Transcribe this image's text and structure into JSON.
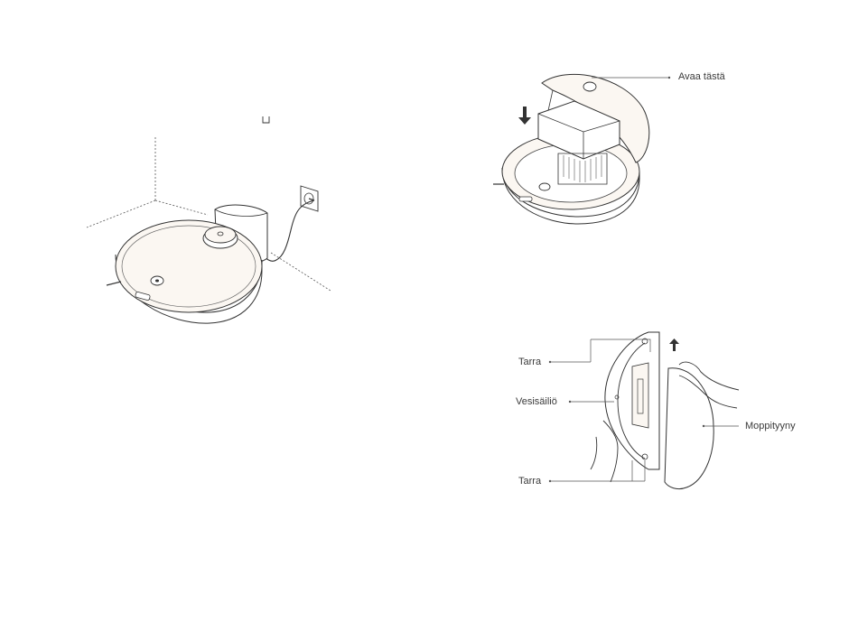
{
  "left_figure": {
    "subject": "robot vacuum on charging dock plugged into wall outlet"
  },
  "top_right_figure": {
    "callout_open_here": "Avaa tästä"
  },
  "bottom_right_figure": {
    "callout_sticker_top": "Tarra",
    "callout_water_tank": "Vesisäiliö",
    "callout_sticker_bottom": "Tarra",
    "callout_mop_pad": "Moppityyny"
  },
  "colors": {
    "line": "#333333",
    "fill_light": "#fbf7f2"
  }
}
